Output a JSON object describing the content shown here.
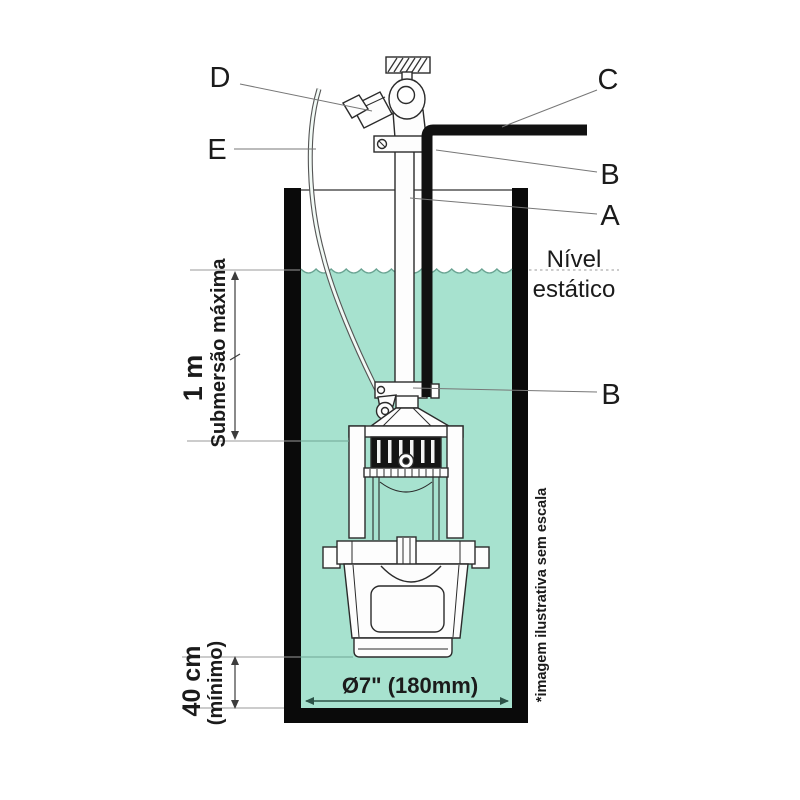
{
  "diagram": {
    "type": "pump-installation-diagram",
    "callouts": {
      "d": "D",
      "e": "E",
      "c": "C",
      "b_top": "B",
      "a": "A",
      "b_mid": "B"
    },
    "annotations": {
      "static_level_line1": "Nível",
      "static_level_line2": "estático",
      "submersion_value": "1 m",
      "submersion_label": "Submersão máxima",
      "clearance_value": "40 cm",
      "clearance_note": "(mínimo)",
      "well_diameter": "Ø7\" (180mm)",
      "disclaimer": "*imagem ilustrativa sem escala"
    },
    "colors": {
      "water": "#a7e2cf",
      "wall": "#0a0a0a",
      "pipe": "#111111",
      "line": "#6b6b6b"
    }
  }
}
